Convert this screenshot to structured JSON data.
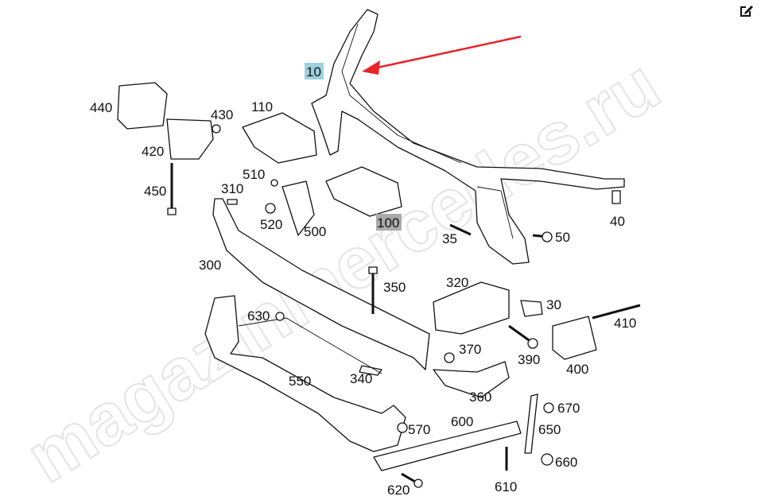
{
  "watermark": "magazinmercedes.ru",
  "edit_icon": "edit-icon",
  "colors": {
    "highlight_selected": "#9fd0e0",
    "highlight_hover": "#aaaaaa",
    "arrow": "#e8242a"
  },
  "callouts": {
    "p10": "10",
    "p30": "30",
    "p35": "35",
    "p40": "40",
    "p50": "50",
    "p100": "100",
    "p110": "110",
    "p300": "300",
    "p310": "310",
    "p320": "320",
    "p340": "340",
    "p350": "350",
    "p360": "360",
    "p370": "370",
    "p390": "390",
    "p400": "400",
    "p410": "410",
    "p420": "420",
    "p430": "430",
    "p440": "440",
    "p450": "450",
    "p500": "500",
    "p510": "510",
    "p520": "520",
    "p550": "550",
    "p570": "570",
    "p600": "600",
    "p610": "610",
    "p620": "620",
    "p630": "630",
    "p650": "650",
    "p660": "660",
    "p670": "670"
  }
}
